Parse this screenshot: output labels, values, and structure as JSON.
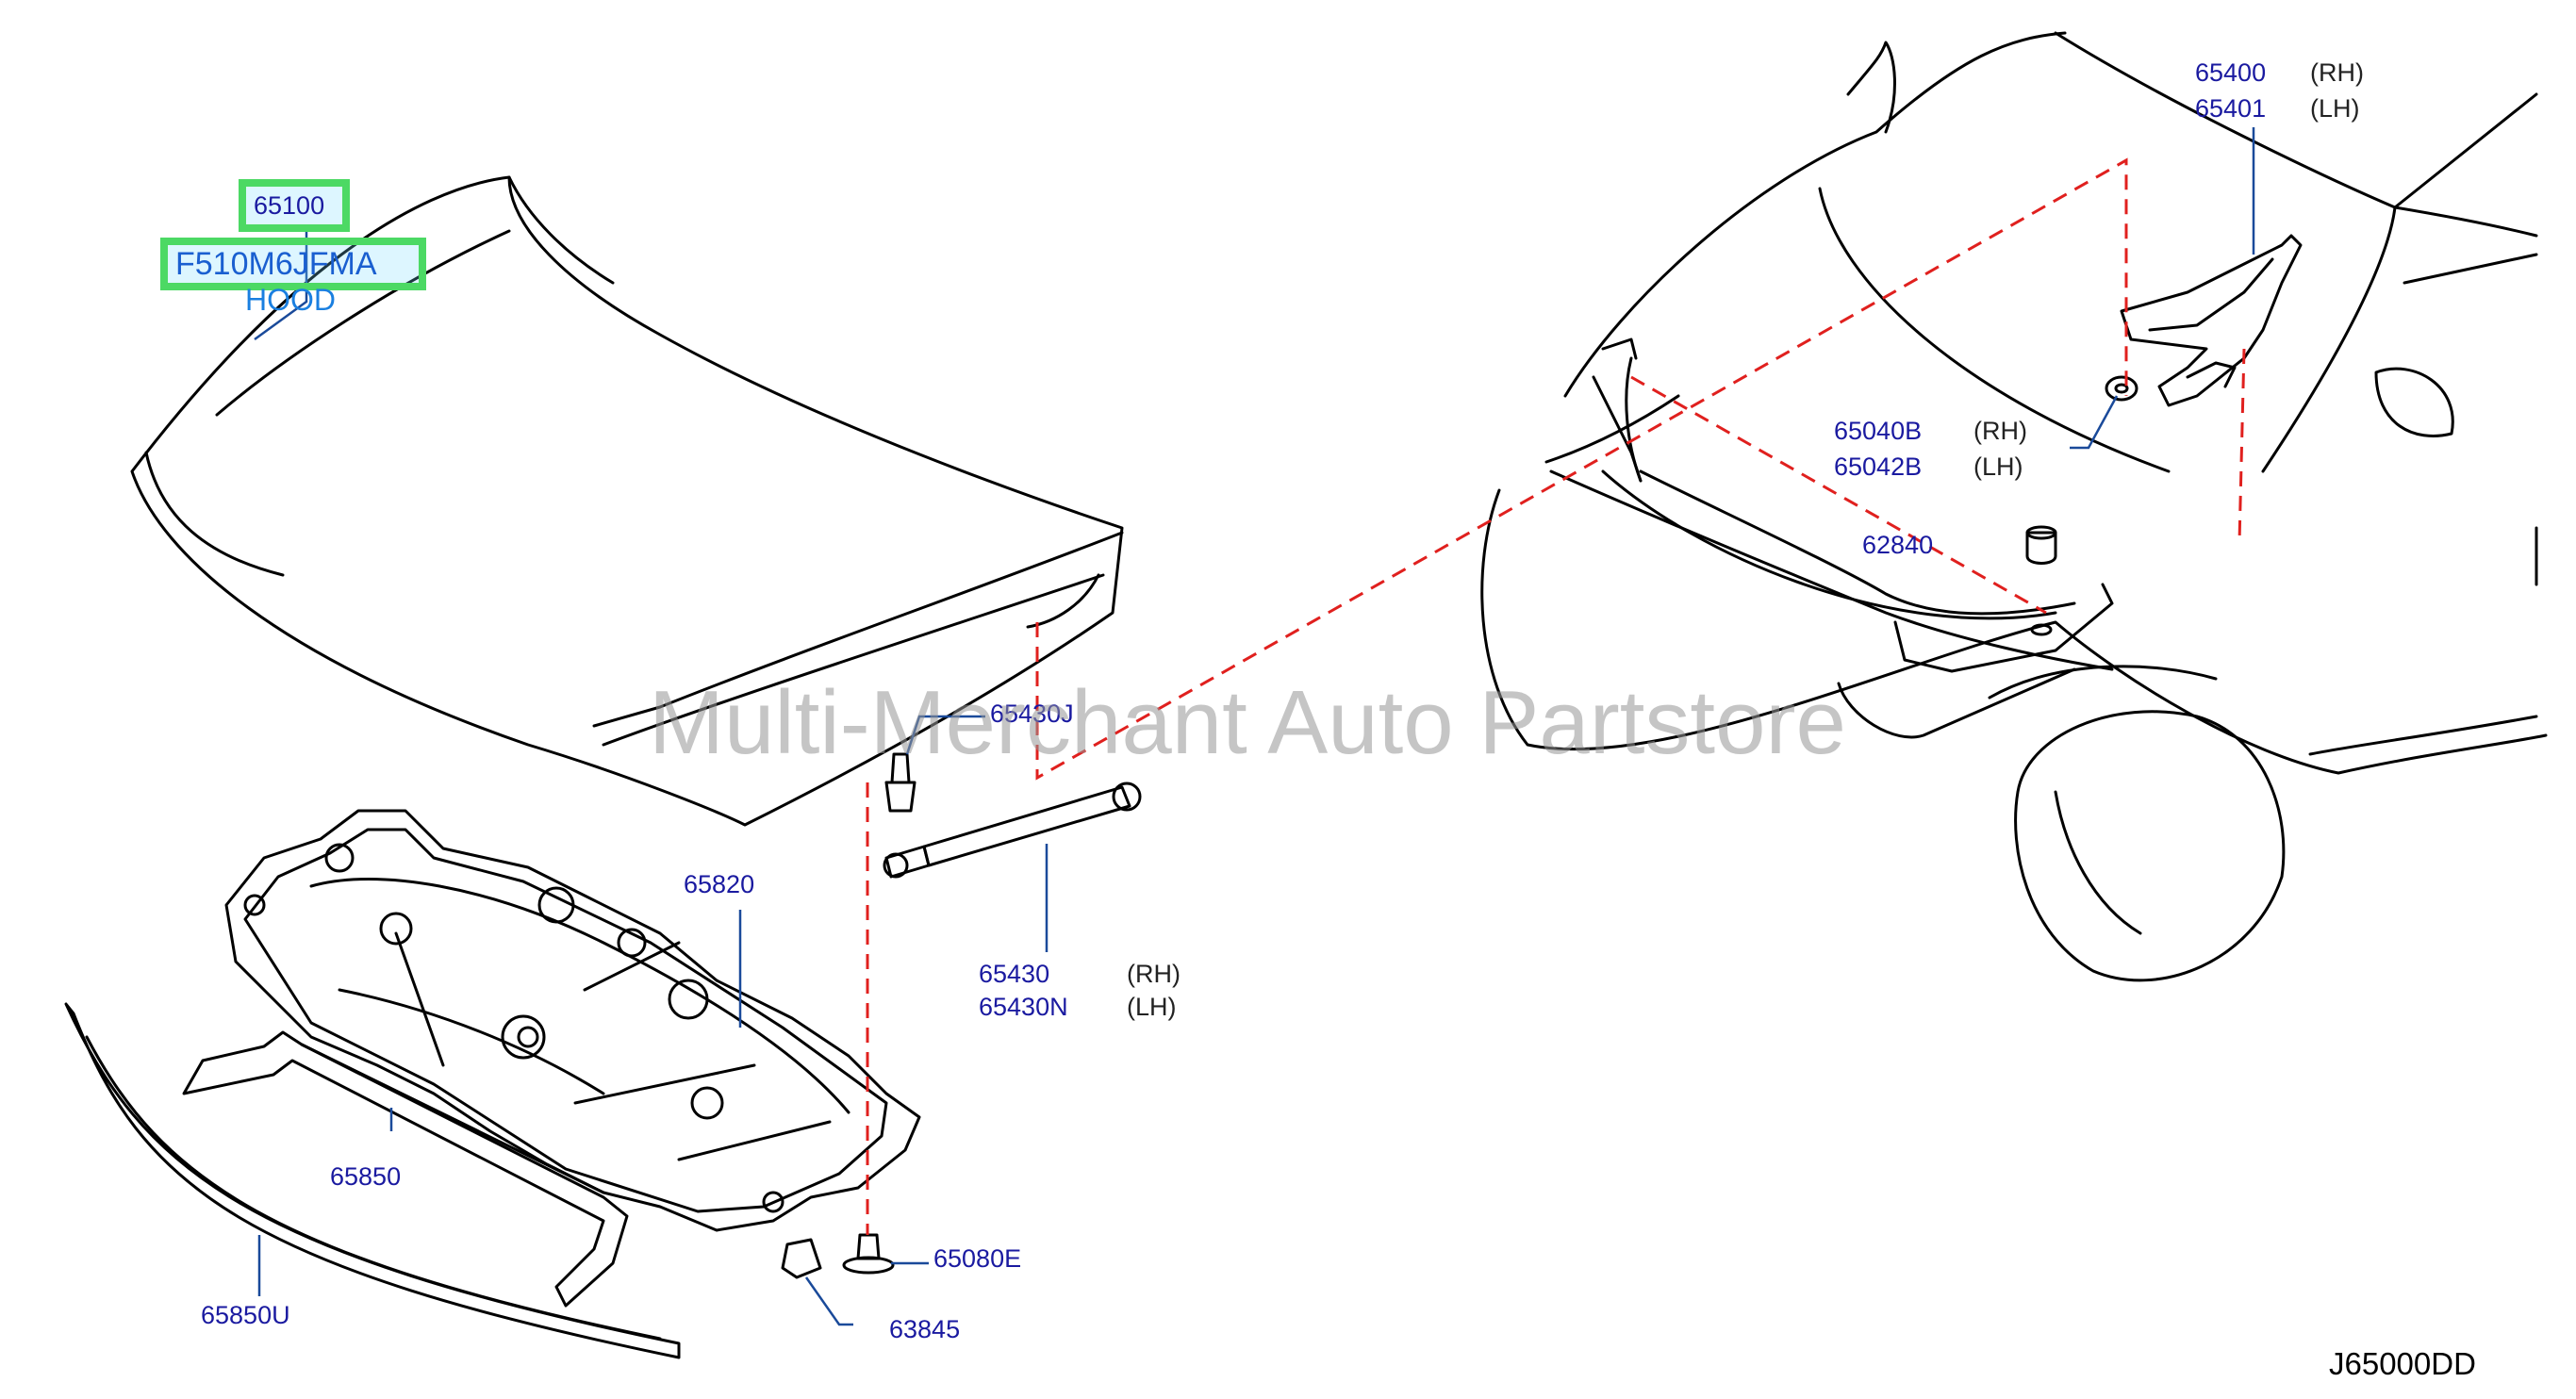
{
  "diagram": {
    "drawing_code": "J65000DD",
    "watermark": "Multi-Merchant Auto Partstore",
    "colors": {
      "part_number": "#1a1aa0",
      "leader": "#1a4a9a",
      "dashed": "#e0201e",
      "highlight": "#4cd964",
      "line": "#000000"
    },
    "parts": {
      "p65100": {
        "number": "65100",
        "code": "F510M6JFMA",
        "name": "HOOD"
      },
      "p65400": {
        "number": "65400",
        "side": "(RH)"
      },
      "p65401": {
        "number": "65401",
        "side": "(LH)"
      },
      "p65040B": {
        "number": "65040B",
        "side": "(RH)"
      },
      "p65042B": {
        "number": "65042B",
        "side": "(LH)"
      },
      "p62840": {
        "number": "62840"
      },
      "p65430J": {
        "number": "65430J"
      },
      "p65820": {
        "number": "65820"
      },
      "p65430": {
        "number": "65430",
        "side": "(RH)"
      },
      "p65430N": {
        "number": "65430N",
        "side": "(LH)"
      },
      "p65850": {
        "number": "65850"
      },
      "p65850U": {
        "number": "65850U"
      },
      "p65080E": {
        "number": "65080E"
      },
      "p63845": {
        "number": "63845"
      }
    }
  }
}
